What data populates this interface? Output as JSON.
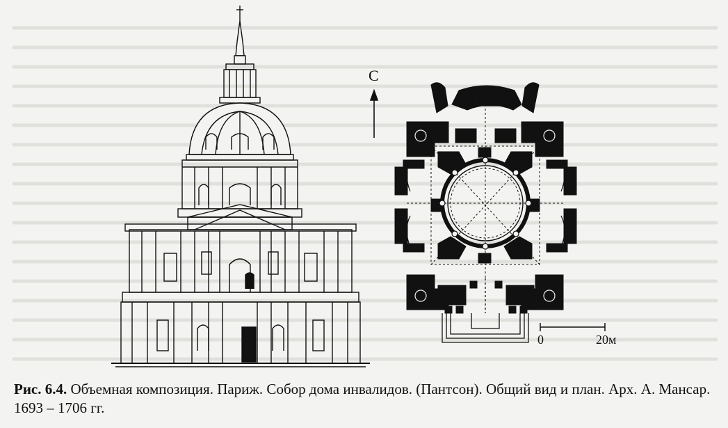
{
  "caption": {
    "label": "Рис. 6.4.",
    "text": " Объемная композиция. Париж. Собор дома инвалидов. (Пантсон). Общий вид и план. Арх. А. Мансар. 1693 – 1706 гг."
  },
  "plan": {
    "north_label": "С",
    "scale_start": "0",
    "scale_end": "20м"
  },
  "colors": {
    "ink": "#111111",
    "paper": "#f3f3f1",
    "ghost": "#d9d9d6"
  }
}
